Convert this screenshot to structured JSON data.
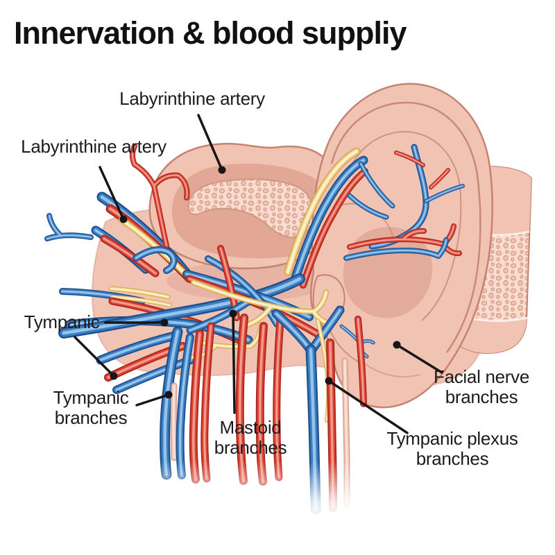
{
  "title": "Innervation & blood suppliy",
  "labels": {
    "labyrinthine_artery_top": "Labyrinthine artery",
    "labyrinthine_artery_left": "Labyrinthine artery",
    "tympanic": "Tympanic",
    "tympanic_branches": "Tympanic branches",
    "mastoid_branches": "Mastoid branches",
    "facial_nerve_branches": "Facial nerve branches",
    "tympanic_plexus_branches": "Tympanic plexus branches"
  },
  "colors": {
    "background": "#ffffff",
    "artery": "#dd4334",
    "artery_dark": "#a8271c",
    "artery_light": "#f29a8c",
    "vein": "#3d7ec2",
    "vein_dark": "#1c4f8c",
    "vein_light": "#93c4ea",
    "nerve": "#f3d78c",
    "nerve_dark": "#d2a74f",
    "nerve_light": "#fdf3d2",
    "flesh_tube": "#efc6b6",
    "flesh_tube_dark": "#d69c8a",
    "flesh_tube_light": "#f9e4d8",
    "skin": "#f0c3b3",
    "skin_mid": "#e2a795",
    "skin_dark": "#d28d7c",
    "skin_light": "#f8dccf",
    "outline": "#c5836f",
    "leader": "#161616",
    "label_text": "#1c1c1c"
  }
}
